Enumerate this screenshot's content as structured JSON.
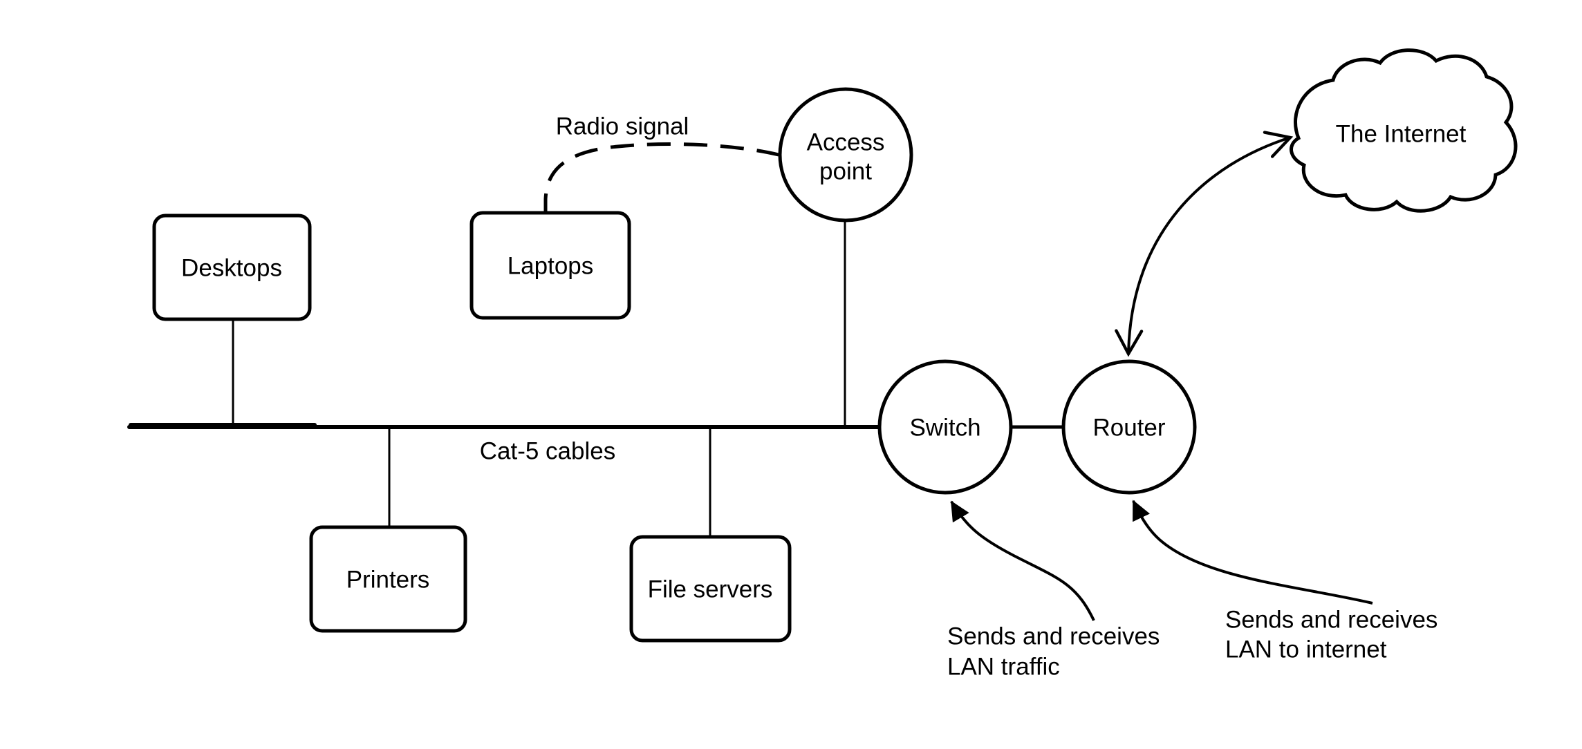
{
  "diagram": {
    "title": "LAN network diagram",
    "background_color": "#ffffff",
    "stroke_color": "#000000",
    "nodes": {
      "desktops": {
        "label": "Desktops",
        "shape": "rounded-rect"
      },
      "laptops": {
        "label": "Laptops",
        "shape": "rounded-rect"
      },
      "printers": {
        "label": "Printers",
        "shape": "rounded-rect"
      },
      "file_servers": {
        "label": "File servers",
        "shape": "rounded-rect"
      },
      "access_point": {
        "label_line1": "Access",
        "label_line2": "point",
        "shape": "circle"
      },
      "switch": {
        "label": "Switch",
        "shape": "circle"
      },
      "router": {
        "label": "Router",
        "shape": "circle"
      },
      "internet": {
        "label": "The Internet",
        "shape": "cloud"
      }
    },
    "edge_labels": {
      "radio_signal": "Radio signal",
      "cat5": "Cat-5 cables"
    },
    "annotations": {
      "switch_note": {
        "line1": "Sends and receives",
        "line2": "LAN traffic"
      },
      "router_note": {
        "line1": "Sends and receives",
        "line2": "LAN to internet"
      }
    }
  }
}
